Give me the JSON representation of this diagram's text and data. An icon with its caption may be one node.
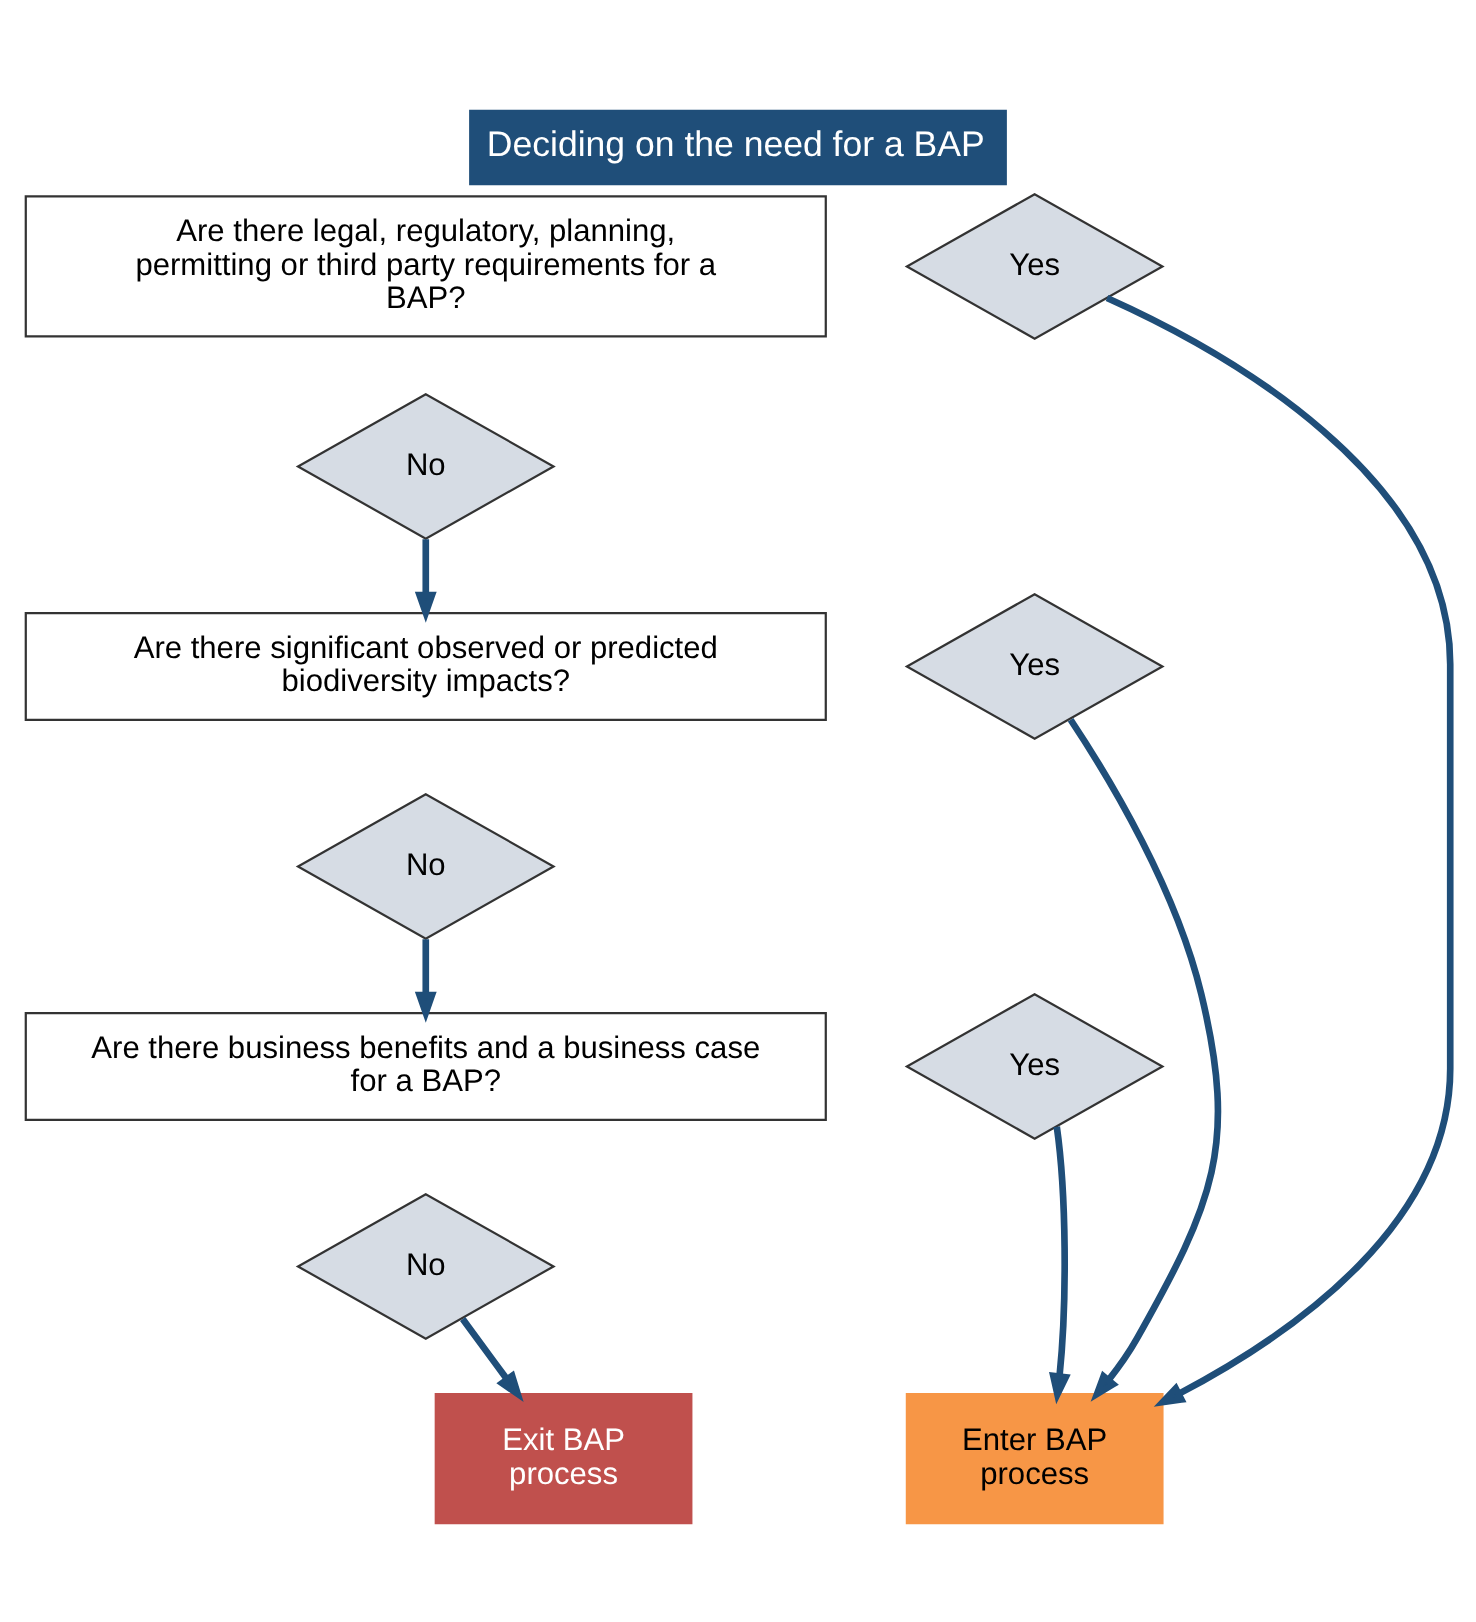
{
  "diagram": {
    "title": "Deciding on the need for a BAP",
    "nodes": [
      {
        "text": [
          "Are there legal, regulatory, planning, permitting or third party requirements for a BAP?"
        ]
      },
      {
        "text": [
          "Yes"
        ]
      },
      {
        "text": [
          "No"
        ]
      },
      {
        "text": [
          "Are there significant observed or predicted biodiversity impacts?"
        ]
      },
      {
        "text": [
          "Yes"
        ]
      },
      {
        "text": [
          "No"
        ]
      },
      {
        "text": [
          "Are there business benefits and a business case for a BAP?"
        ]
      },
      {
        "text": [
          "Yes"
        ]
      },
      {
        "text": [
          "No"
        ]
      },
      {
        "text": [
          "Exit BAP process"
        ]
      },
      {
        "text": [
          "Enter BAP process"
        ]
      }
    ],
    "edges": [
      {
        "from": 2,
        "to": 3,
        "arrow": "to"
      },
      {
        "from": 5,
        "to": 6,
        "arrow": "to"
      },
      {
        "from": 8,
        "to": 9,
        "arrow": "to"
      },
      {
        "from": 1,
        "to": 10,
        "arrow": "to"
      },
      {
        "from": 4,
        "to": 10,
        "arrow": "to"
      },
      {
        "from": 7,
        "to": 10,
        "arrow": "to"
      }
    ]
  }
}
